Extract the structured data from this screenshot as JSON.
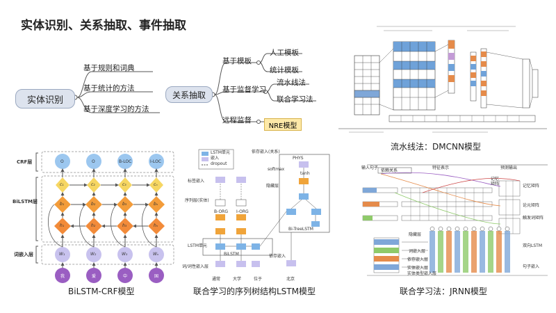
{
  "title": "实体识别、关系抽取、事件抽取",
  "ner_tree": {
    "root": "实体识别",
    "branches": [
      "基于规则和词典",
      "基于统计的方法",
      "基于深度学习的方法"
    ]
  },
  "re_tree": {
    "root": "关系抽取",
    "branches": [
      {
        "label": "基于模板",
        "children": [
          "人工模板",
          "统计模板"
        ]
      },
      {
        "label": "基于监督学习",
        "children": [
          "流水线法",
          "联合学习法"
        ]
      },
      {
        "label": "远程监督",
        "children": [
          "NRE模型"
        ]
      }
    ]
  },
  "dmcnn": {
    "caption": "流水线法：DMCNN模型"
  },
  "bilstm_crf": {
    "caption": "BiLSTM-CRF模型",
    "layer_labels": [
      "CRF层",
      "BiLSTM层",
      "词嵌入层"
    ],
    "c_labels": [
      "c₁",
      "c₂",
      "c₃",
      "cₙ"
    ],
    "b_labels": [
      "b₁",
      "b₂",
      "b₃",
      "bₙ"
    ],
    "h_labels": [
      "h₁",
      "h₂",
      "h₃",
      "hₙ"
    ],
    "w_labels": [
      "W₁",
      "W₂",
      "W₃",
      "Wₙ"
    ],
    "tokens": [
      "我",
      "爱",
      "中",
      "国"
    ],
    "tags": [
      "O",
      "O",
      "B-LOC",
      "I-LOC"
    ]
  },
  "tree_lstm": {
    "caption": "联合学习的序列树结构LSTM模型",
    "legend": [
      "LSTM单元",
      "嵌入",
      "dropout"
    ],
    "labels": [
      "依存嵌入(关系)",
      "PHYS",
      "标签嵌入",
      "序列层(实体)",
      "B-ORG",
      "I-ORG",
      "BiLSTM",
      "词/词性嵌入层",
      "依存嵌入",
      "Bi-TreeLSTM",
      "tanh",
      "softmax",
      "隐藏层",
      "LSTM单元"
    ],
    "words": [
      "通常",
      "大学",
      "位于",
      "北京"
    ]
  },
  "jrnn": {
    "caption": "联合学习法：JRNN模型",
    "labels": [
      "输入句子",
      "依赖关系",
      "特征表示",
      "预测输出",
      "记忆",
      "矩阵",
      "记忆矩阵",
      "论元矩阵",
      "触发词矩阵",
      "双向LSTM",
      "句子嵌入",
      "词嵌入层",
      "依存嵌入层",
      "实体嵌入层",
      "实体类型嵌入层",
      "隐藏层"
    ]
  }
}
